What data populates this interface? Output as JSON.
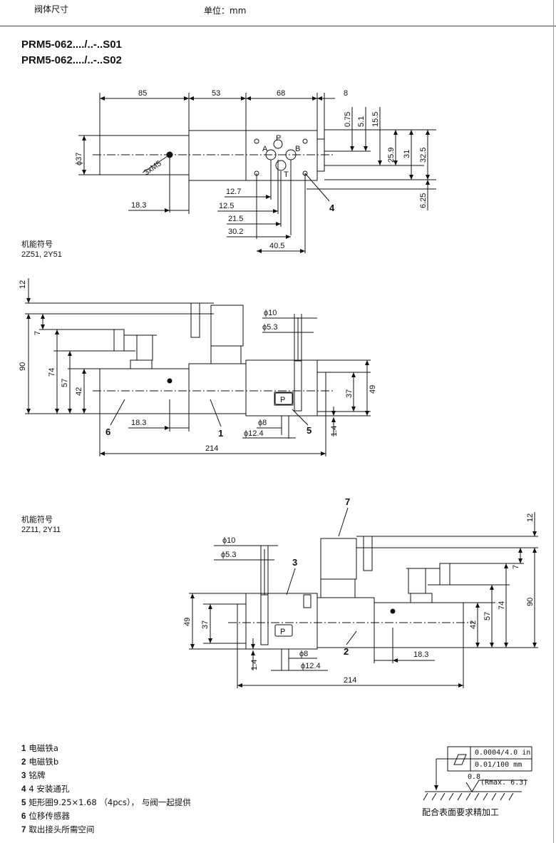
{
  "header": {
    "left": "阀体尺寸",
    "unit": "单位：mm"
  },
  "titles": [
    "PRM5-062..../..-..S01",
    "PRM5-062..../..-..S02"
  ],
  "symbol_label": "机能符号",
  "symbol_a": "2Z51, 2Y51",
  "symbol_b": "2Z11, 2Y11",
  "top_view": {
    "dims_top": [
      "85",
      "53",
      "68",
      "8"
    ],
    "dims_right_v": [
      "0.75",
      "5.1",
      "15.5",
      "25.9",
      "31",
      "32.5",
      "6.25"
    ],
    "dia": "ϕ37",
    "thread": "3xM5",
    "dims_bottom": [
      "12.7",
      "12.5",
      "21.5",
      "30.2",
      "40.5",
      "18.3"
    ],
    "ports": [
      "P",
      "A",
      "B",
      "T"
    ],
    "callout": "4"
  },
  "view_a": {
    "dims_left": [
      "12",
      "7",
      "90",
      "74",
      "57",
      "42"
    ],
    "dims_right": [
      "37",
      "49"
    ],
    "dia_top": [
      "ϕ10",
      "ϕ5.3"
    ],
    "dia_bottom": [
      "ϕ8",
      "ϕ12.4"
    ],
    "dims": [
      "18.3",
      "214",
      "1.4"
    ],
    "callouts": [
      "6",
      "1",
      "5"
    ],
    "plate": "P"
  },
  "view_b": {
    "dims_right": [
      "12",
      "7",
      "90",
      "74",
      "57",
      "42"
    ],
    "dims_left": [
      "49",
      "37"
    ],
    "dia_top": [
      "ϕ10",
      "ϕ5.3"
    ],
    "dia_bottom": [
      "ϕ8",
      "ϕ12.4"
    ],
    "dims": [
      "18.3",
      "214",
      "1.4"
    ],
    "callouts": [
      "7",
      "3",
      "2"
    ],
    "plate": "P"
  },
  "legend": [
    {
      "n": "1",
      "t": "电磁铁a"
    },
    {
      "n": "2",
      "t": "电磁铁b"
    },
    {
      "n": "3",
      "t": "铭牌"
    },
    {
      "n": "4",
      "t": "4 安装通孔"
    },
    {
      "n": "5",
      "t": "矩形圈9.25×1.68 （4pcs）， 与阀一起提供"
    },
    {
      "n": "6",
      "t": "位移传感器"
    },
    {
      "n": "7",
      "t": "取出接头所需空间"
    }
  ],
  "tolerance": {
    "row1": "0.0004/4.0 in",
    "row2": "0.01/100 mm",
    "roughness_val": "0.8",
    "roughness_max": "(Rmax. 6.3)",
    "caption": "配合表面要求精加工"
  }
}
